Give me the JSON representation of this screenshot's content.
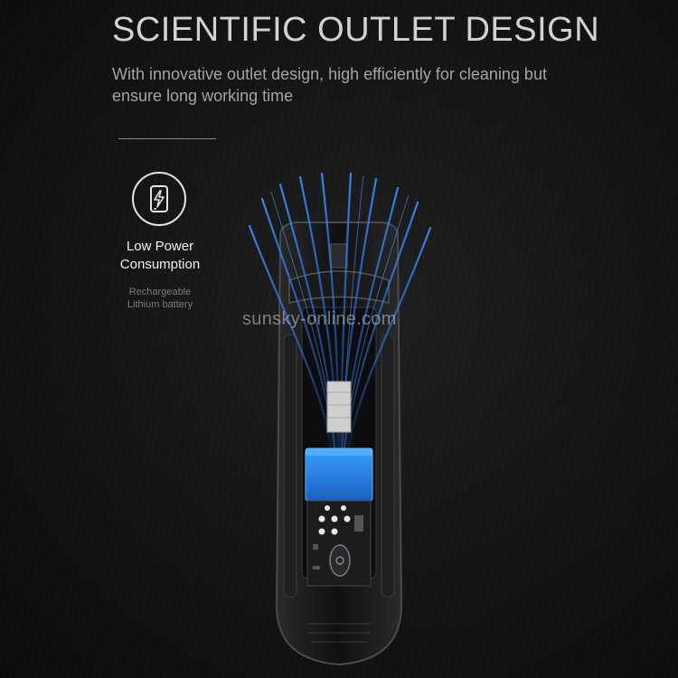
{
  "header": {
    "title": "SCIENTIFIC OUTLET DESIGN",
    "description": "With innovative outlet design, high efficiently for cleaning but ensure long working time"
  },
  "feature": {
    "icon": "battery-charge-icon",
    "title_line1": "Low Power",
    "title_line2": "Consumption",
    "desc_line1": "Rechargeable",
    "desc_line2": "Lithium battery"
  },
  "watermark": "sunsky-online.com",
  "colors": {
    "background": "#141415",
    "heading": "#d2d2d2",
    "airflow": "#2f7de0",
    "battery": "#2a86e6"
  }
}
